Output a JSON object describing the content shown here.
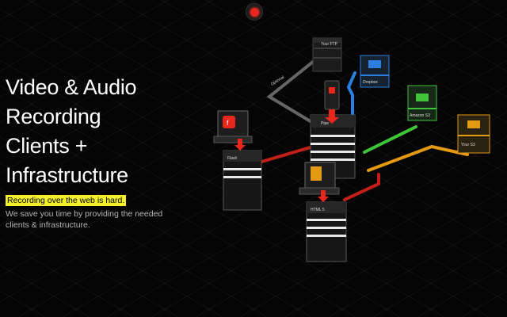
{
  "hero": {
    "title_lines": [
      "Video & Audio",
      "Recording",
      "Clients +",
      "Infrastructure"
    ],
    "highlight": "Recording over the web is hard.",
    "description": "We save you time by providing the needed clients & infrastructure."
  },
  "diagram": {
    "optional_label": "Optional",
    "nodes": {
      "flash": "Flash",
      "pipe": "Pipe",
      "your_ftp": "Your FTP",
      "dropbox": "Dropbox",
      "s3": "Amazon S3",
      "your_s3": "Your S3",
      "html5": "HTML 5"
    }
  },
  "colors": {
    "accent_red": "#e8261e",
    "highlight_yellow": "#f3ef2c",
    "cable_blue": "#2a7fe0",
    "cable_green": "#3fc43a",
    "cable_orange": "#e39a12",
    "cable_gray": "#666666"
  }
}
